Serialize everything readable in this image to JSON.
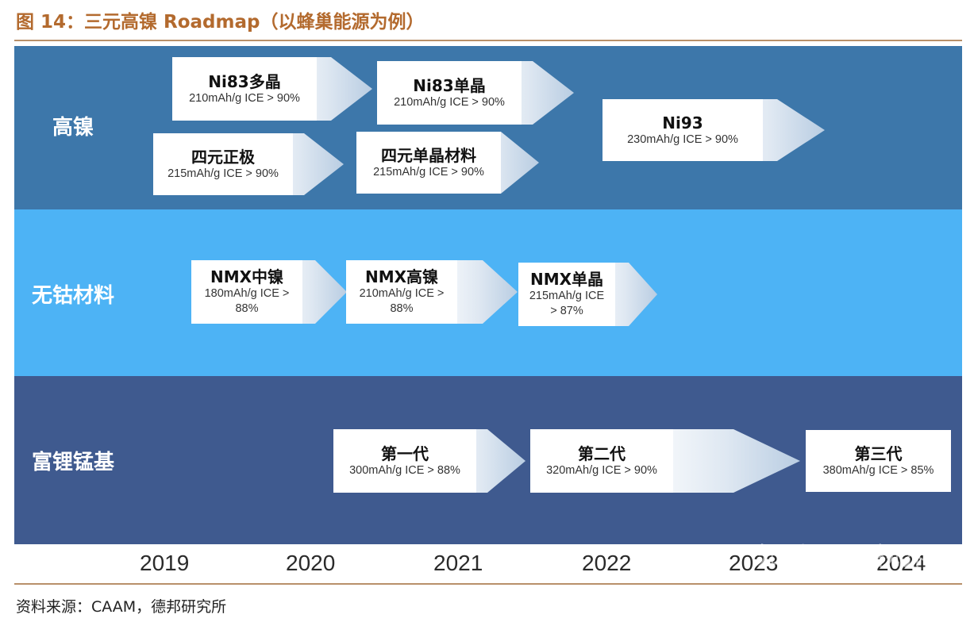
{
  "header": {
    "title": "图 14：三元高镍 Roadmap（以蜂巢能源为例）"
  },
  "footer": {
    "source": "资料来源：CAAM，德邦研究所"
  },
  "colors": {
    "band_high_nickel": "#3d77aa",
    "band_cobalt_free": "#4db3f5",
    "band_lithium_rich": "#3f5a8f"
  },
  "bands": {
    "high_nickel": {
      "label": "高镍",
      "items": [
        {
          "name": "Ni83多晶",
          "spec": "210mAh/g  ICE > 90%"
        },
        {
          "name": "Ni83单晶",
          "spec": "210mAh/g  ICE > 90%"
        },
        {
          "name": "Ni93",
          "spec": "230mAh/g  ICE > 90%"
        },
        {
          "name": "四元正极",
          "spec": "215mAh/g  ICE > 90%"
        },
        {
          "name": "四元单晶材料",
          "spec": "215mAh/g  ICE > 90%"
        }
      ]
    },
    "cobalt_free": {
      "label": "无钴材料",
      "items": [
        {
          "name": "NMX中镍",
          "spec": "180mAh/g  ICE >\n88%"
        },
        {
          "name": "NMX高镍",
          "spec": "210mAh/g  ICE >\n88%"
        },
        {
          "name": "NMX单晶",
          "spec": "215mAh/g  ICE\n> 87%"
        }
      ]
    },
    "lithium_rich": {
      "label": "富锂锰基",
      "items": [
        {
          "name": "第一代",
          "spec": "300mAh/g  ICE > 88%"
        },
        {
          "name": "第二代",
          "spec": "320mAh/g  ICE > 90%"
        },
        {
          "name": "第三代",
          "spec": "380mAh/g  ICE > 85%"
        }
      ]
    }
  },
  "years": [
    "2019",
    "2020",
    "2021",
    "2022",
    "2023",
    "2024"
  ],
  "watermark": "知乎 @EV视界"
}
